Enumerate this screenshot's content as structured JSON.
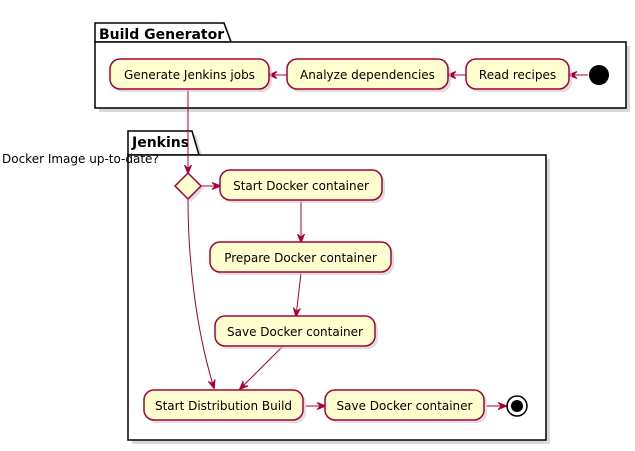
{
  "packages": {
    "build_generator": {
      "title": "Build Generator"
    },
    "jenkins": {
      "title": "Jenkins"
    }
  },
  "nodes": {
    "read_recipes": "Read recipes",
    "analyze_dependencies": "Analyze dependencies",
    "generate_jenkins_jobs": "Generate Jenkins jobs",
    "start_docker_container": "Start Docker container",
    "prepare_docker_container": "Prepare Docker container",
    "save_docker_container_1": "Save Docker container",
    "start_distribution_build": "Start Distribution Build",
    "save_docker_container_2": "Save Docker container"
  },
  "decision": {
    "label": "Docker Image up-to-date?"
  },
  "colors": {
    "node_fill": "#FEFECE",
    "node_border": "#A80036",
    "edge": "#A80036",
    "package_border": "#000000"
  }
}
